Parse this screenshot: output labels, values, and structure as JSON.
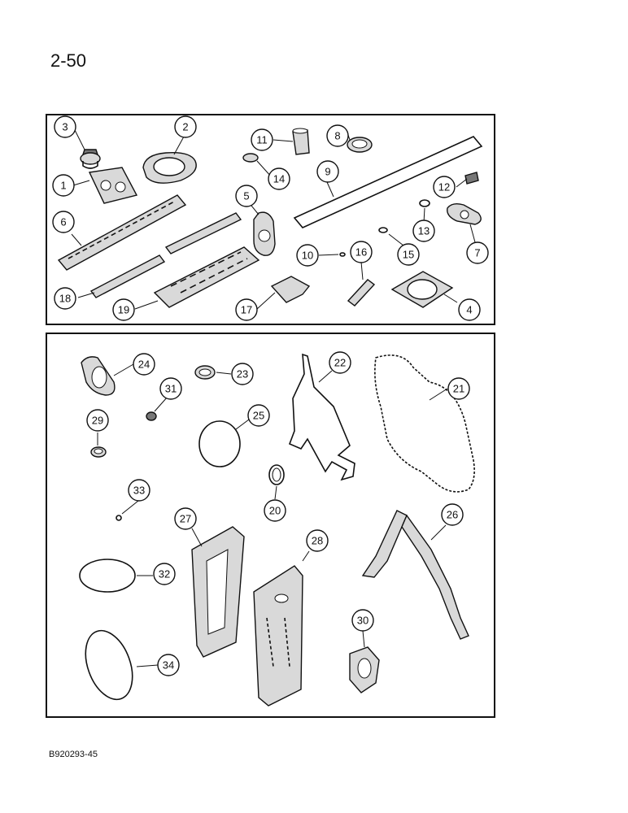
{
  "page": {
    "number": "2-50",
    "figure_code": "B920293-45"
  },
  "callouts": {
    "c1": "1",
    "c2": "2",
    "c3": "3",
    "c4": "4",
    "c5": "5",
    "c6": "6",
    "c7": "7",
    "c8": "8",
    "c9": "9",
    "c10": "10",
    "c11": "11",
    "c12": "12",
    "c13": "13",
    "c14": "14",
    "c15": "15",
    "c16": "16",
    "c17": "17",
    "c18": "18",
    "c19": "19",
    "c20": "20",
    "c21": "21",
    "c22": "22",
    "c23": "23",
    "c24": "24",
    "c25": "25",
    "c26": "26",
    "c27": "27",
    "c28": "28",
    "c29": "29",
    "c30": "30",
    "c31": "31",
    "c32": "32",
    "c33": "33",
    "c34": "34"
  }
}
